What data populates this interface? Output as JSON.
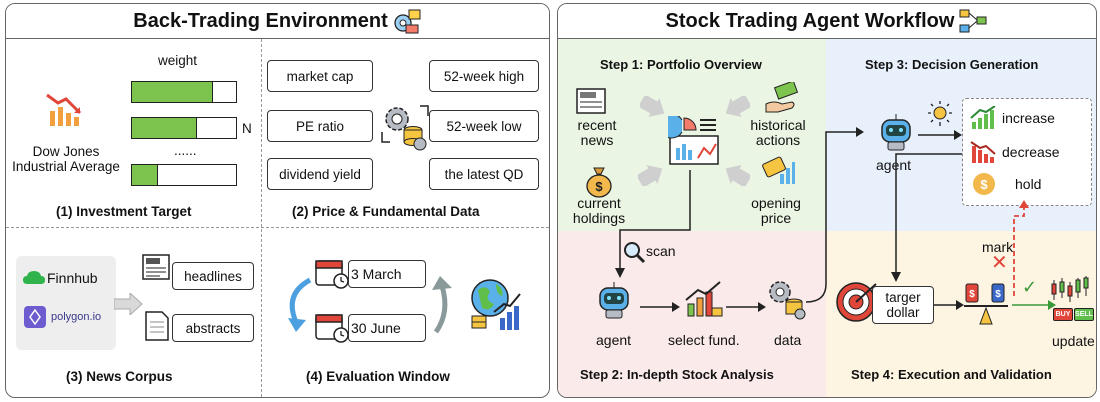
{
  "left_panel": {
    "title": "Back-Trading Environment",
    "investment_target": {
      "weight_label": "weight",
      "n_label": "N",
      "ellipsis": "......",
      "index_name": "Dow Jones Industrial Average",
      "bar_fills": [
        0.77,
        0.62,
        0.24
      ],
      "caption": "(1)  Investment Target"
    },
    "price_data": {
      "items": [
        "market cap",
        "52-week high",
        "PE ratio",
        "52-week low",
        "dividend yield",
        "the latest QD"
      ],
      "caption": "(2)  Price & Fundamental Data"
    },
    "news_corpus": {
      "sources": [
        "Finnhub",
        "polygon.io"
      ],
      "items": [
        "headlines",
        "abstracts"
      ],
      "caption": "(3)  News Corpus"
    },
    "evaluation_window": {
      "start": "3 March",
      "end": "30 June",
      "caption": "(4)  Evaluation Window"
    }
  },
  "right_panel": {
    "title": "Stock Trading Agent Workflow",
    "step1": {
      "title": "Step 1: Portfolio Overview",
      "recent_news": "recent news",
      "current_holdings": "current holdings",
      "historical_actions": "historical actions",
      "opening_price": "opening price"
    },
    "step2": {
      "title": "Step 2: In-depth Stock Analysis",
      "scan": "scan",
      "agent": "agent",
      "select": "select fund.",
      "data": "data"
    },
    "step3": {
      "title": "Step 3: Decision Generation",
      "agent": "agent",
      "options": [
        "increase",
        "decrease",
        "hold"
      ]
    },
    "step4": {
      "title": "Step 4: Execution and Validation",
      "mark": "mark",
      "target": "targer dollar",
      "update": "update",
      "buy": "BUY",
      "sell": "SELL"
    }
  },
  "colors": {
    "step1_bg": "#eaf5e3",
    "step2_bg": "#fbeaea",
    "step3_bg": "#e8f1fb",
    "step4_bg": "#fdf4e2",
    "bar_fill": "#7cc44e",
    "arrow_red": "#e0473a"
  }
}
